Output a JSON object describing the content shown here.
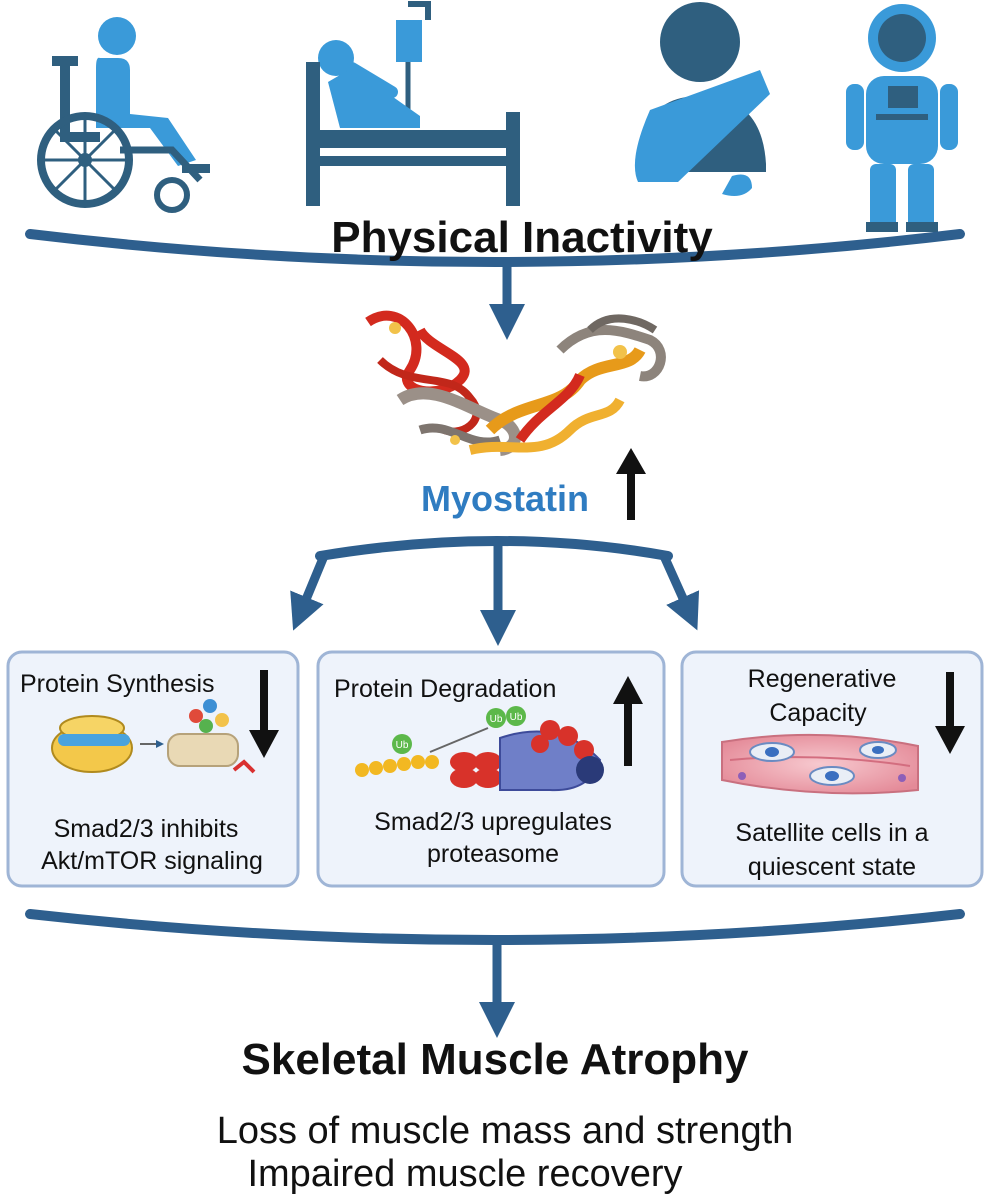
{
  "header": {
    "title": "Physical Inactivity",
    "icons": [
      "wheelchair-user-icon",
      "hospital-bed-patient-icon",
      "arm-sling-person-icon",
      "astronaut-icon"
    ]
  },
  "center": {
    "protein_image": "myostatin-protein-structure",
    "label": "Myostatin",
    "trend_icon": "up-arrow-icon"
  },
  "boxes": [
    {
      "title": "Protein Synthesis",
      "trend_icon": "down-arrow-icon",
      "illustration": "ribosome-protein-synthesis-illustration",
      "description_line1": "Smad2/3 inhibits",
      "description_line2": "Akt/mTOR signaling"
    },
    {
      "title": "Protein Degradation",
      "trend_icon": "up-arrow-icon",
      "illustration": "ubiquitin-proteasome-illustration",
      "badge": "Ub",
      "description_line1": "Smad2/3 upregulates",
      "description_line2": "proteasome"
    },
    {
      "title_line1": "Regenerative",
      "title_line2": "Capacity",
      "trend_icon": "down-arrow-icon",
      "illustration": "satellite-cells-illustration",
      "description_line1": "Satellite cells in a",
      "description_line2": "quiescent state"
    }
  ],
  "footer": {
    "title": "Skeletal Muscle Atrophy",
    "line1": "Loss of muscle mass and strength",
    "line2": "Impaired muscle recovery"
  },
  "colors": {
    "icon_blue": "#3a9ad9",
    "icon_dark": "#2f5f7f",
    "arrow_blue": "#2e5f8e",
    "label_blue": "#2f7cc1",
    "box_fill": "#eef3fb",
    "box_border": "#9fb5d6",
    "text_black": "#111111"
  }
}
